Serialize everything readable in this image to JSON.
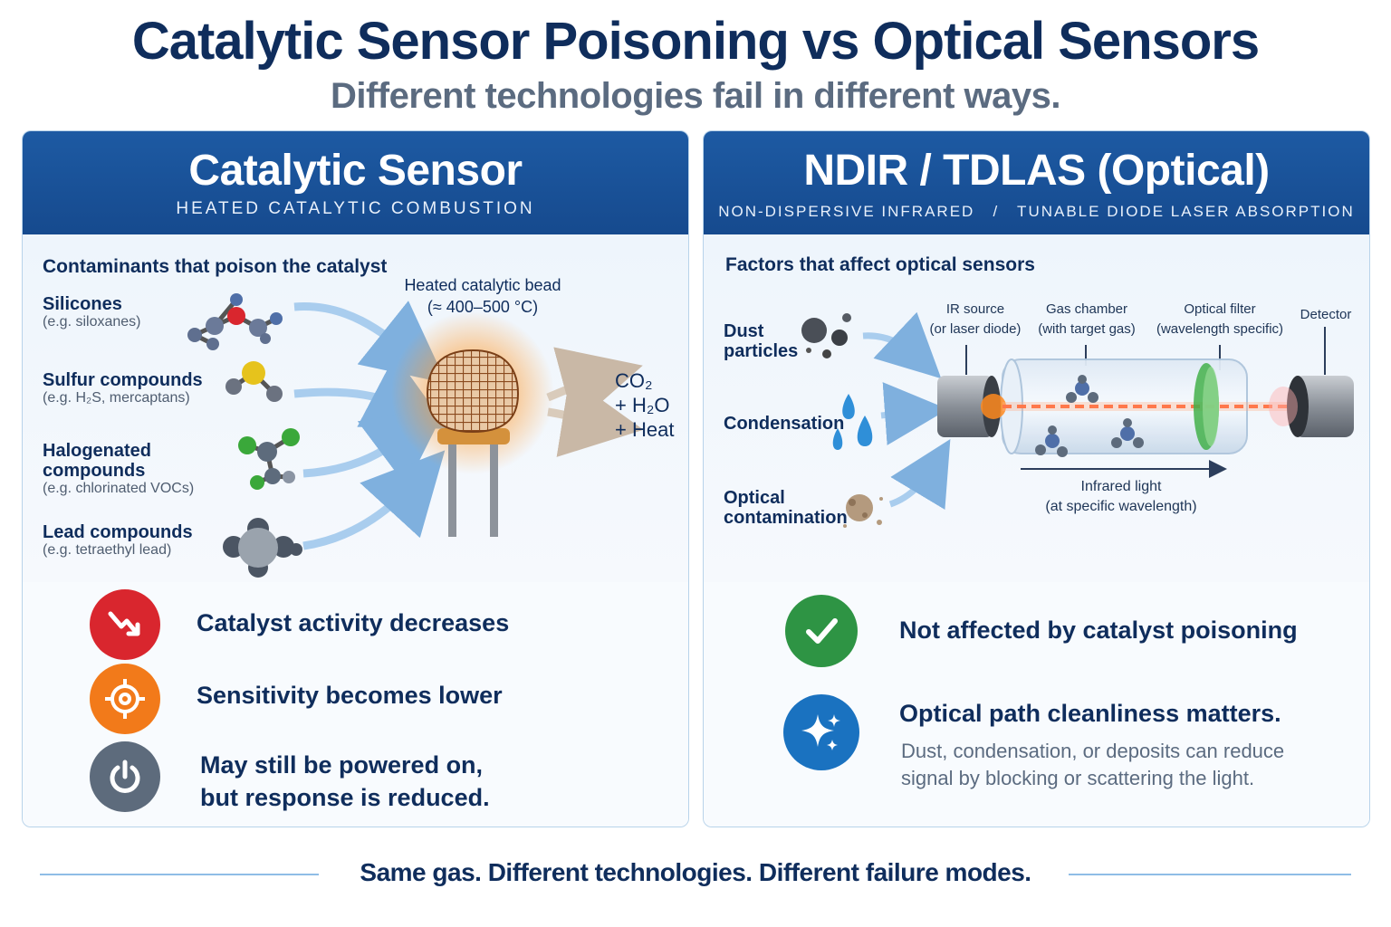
{
  "title": "Catalytic Sensor Poisoning vs Optical Sensors",
  "subtitle": "Different technologies fail in different ways.",
  "left": {
    "heading": "Catalytic Sensor",
    "subheading": "HEATED CATALYTIC COMBUSTION",
    "section_title": "Contaminants that poison the catalyst",
    "contaminants": [
      {
        "name": "Silicones",
        "example": "(e.g. siloxanes)"
      },
      {
        "name": "Sulfur compounds",
        "example": "(e.g. H₂S, mercaptans)"
      },
      {
        "name": "Halogenated\ncompounds",
        "example": "(e.g. chlorinated VOCs)"
      },
      {
        "name": "Lead compounds",
        "example": "(e.g. tetraethyl lead)"
      }
    ],
    "bead_label": "Heated catalytic bead\n(≈ 400–500 °C)",
    "products": [
      "CO₂",
      "+ H₂O",
      "+ Heat"
    ],
    "effects": [
      {
        "text": "Catalyst activity decreases",
        "icon": "down-trend-icon",
        "color": "#d9262e"
      },
      {
        "text": "Sensitivity becomes lower",
        "icon": "target-icon",
        "color": "#f27a1a"
      },
      {
        "text": "May still be powered on,\nbut response is reduced.",
        "icon": "power-icon",
        "color": "#5d6b7c"
      }
    ]
  },
  "right": {
    "heading": "NDIR / TDLAS (Optical)",
    "subheading": "NON-DISPERSIVE INFRARED   /   TUNABLE DIODE LASER ABSORPTION",
    "section_title": "Factors that affect optical sensors",
    "factors": [
      {
        "name": "Dust\nparticles"
      },
      {
        "name": "Condensation"
      },
      {
        "name": "Optical\ncontamination"
      }
    ],
    "component_labels": {
      "ir_source": "IR source\n(or laser diode)",
      "gas_chamber": "Gas chamber\n(with target gas)",
      "optical_filter": "Optical filter\n(wavelength specific)",
      "detector": "Detector"
    },
    "beam_label": "Infrared light\n(at specific wavelength)",
    "result_1": "Not affected by catalyst poisoning",
    "result_2_title": "Optical path cleanliness matters.",
    "result_2_detail": "Dust, condensation, or deposits can reduce\nsignal by blocking or scattering the light."
  },
  "tagline": "Same gas. Different technologies. Different failure modes.",
  "colors": {
    "header_blue": "#1d5aa3",
    "navy_text": "#0f2d5c",
    "check_green": "#2e9444",
    "sparkle_blue": "#1a72c0"
  }
}
